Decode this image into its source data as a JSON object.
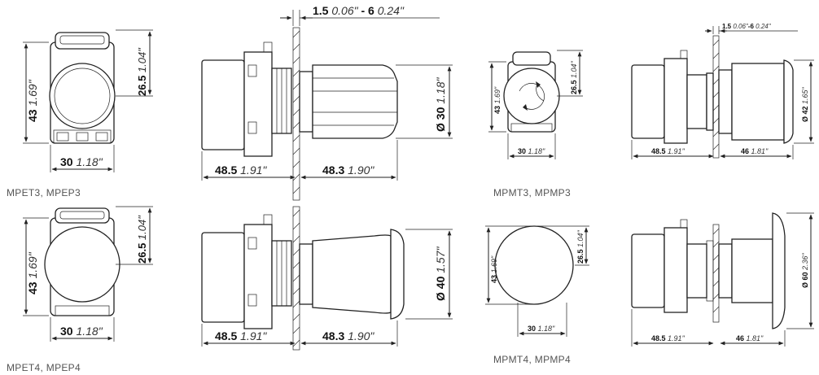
{
  "captions": {
    "row1_left": "MPET3, MPEP3",
    "row1_right": "MPMT3, MPMP3",
    "row2_left": "MPET4, MPEP4",
    "row2_right": "MPMT4, MPMP4"
  },
  "dims": {
    "panel_thickness": {
      "mm": "1.5",
      "in": "0.06\"",
      "sep": " - ",
      "mm2": "6",
      "in2": "0.24\""
    },
    "panel_thickness_small": {
      "mm": "1.5",
      "in": "0.06\"",
      "sep": "-",
      "mm2": "6",
      "in2": "0.24\""
    },
    "height_43": {
      "mm": "43",
      "in": "1.69\""
    },
    "height_26": {
      "mm": "26.5",
      "in": "1.04\""
    },
    "width_30": {
      "mm": "30",
      "in": "1.18\""
    },
    "depth_48_5": {
      "mm": "48.5",
      "in": "1.91\""
    },
    "depth_48_3": {
      "mm": "48.3",
      "in": "1.90\""
    },
    "depth_46": {
      "mm": "46",
      "in": "1.81\""
    },
    "dia_30": {
      "mm": "Ø 30",
      "in": "1.18\""
    },
    "dia_40": {
      "mm": "Ø 40",
      "in": "1.57\""
    },
    "dia_42": {
      "mm": "Ø 42",
      "in": "1.65\""
    },
    "dia_60": {
      "mm": "Ø 60",
      "in": "2.36\""
    }
  }
}
